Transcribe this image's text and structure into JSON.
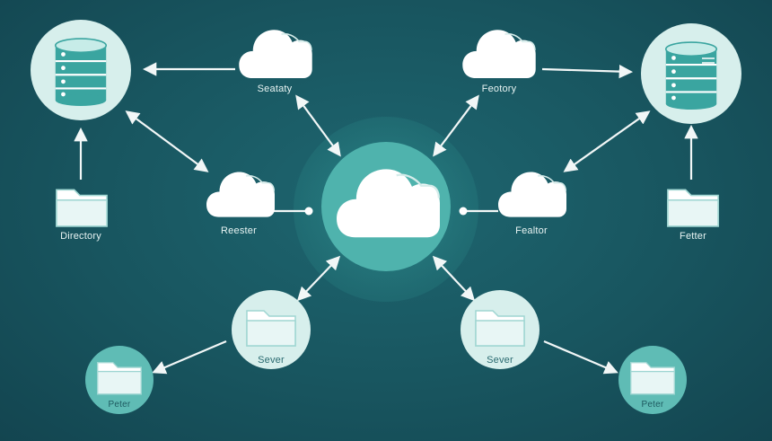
{
  "labels": {
    "top_left_cloud": "Seataty",
    "top_right_cloud": "Feotory",
    "left_folder": "Directory",
    "mid_left_cloud": "Reester",
    "mid_right_cloud": "Fealtor",
    "right_folder": "Fetter",
    "bottom_left_server": "Sever",
    "bottom_right_server": "Sever",
    "far_left_folder": "Peter",
    "far_right_folder": "Peter"
  },
  "colors": {
    "background": "#18555f",
    "teal_node": "#4fb3ad",
    "halo_light": "#d7efec",
    "icon_white": "#ffffff",
    "database_teal": "#3aa5a0",
    "folder_pale": "#d9f1ef",
    "arrow": "#f2f7f7"
  },
  "icons": [
    "database-icon",
    "cloud-icon",
    "folder-icon",
    "bidirectional-arrow"
  ]
}
